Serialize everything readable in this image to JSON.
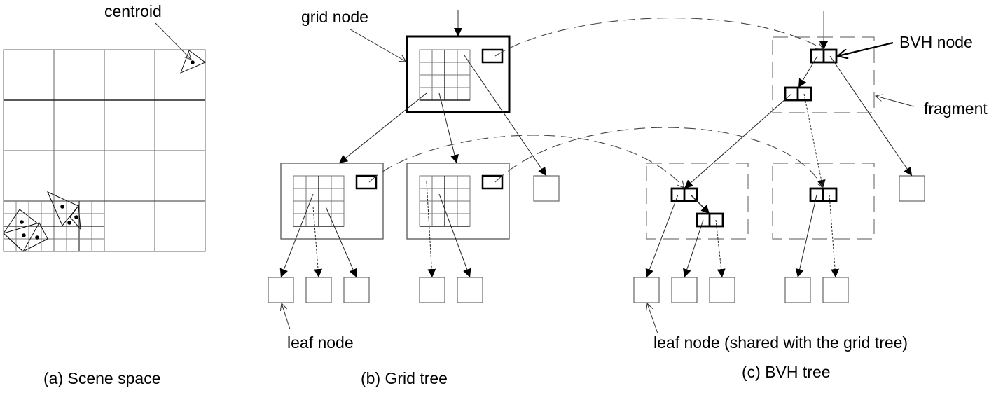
{
  "figure": {
    "panels": [
      {
        "id": "a",
        "caption": "(a) Scene space"
      },
      {
        "id": "b",
        "caption": "(b) Grid tree"
      },
      {
        "id": "c",
        "caption": "(c) BVH tree"
      }
    ],
    "annotations": {
      "centroid": "centroid",
      "grid_node": "grid node",
      "bvh_node": "BVH node",
      "fragment": "fragment",
      "leaf_node_grid": "leaf node",
      "leaf_node_bvh": "leaf node (shared with the grid tree)"
    },
    "colors": {
      "stroke": "#000000",
      "thin_stroke": "#555555",
      "dashed": "#666666",
      "background": "#ffffff"
    },
    "scene_space": {
      "coarse_grid": "4x4",
      "fine_grid": "8x4 (subdivided lower-left quadrant)",
      "triangles": 5
    },
    "grid_tree": {
      "root": "grid node (4x4 cells + pointer to BVH)",
      "children": [
        "grid node",
        "grid node",
        "leaf node"
      ],
      "leaves_per_child": [
        3,
        2
      ]
    },
    "bvh_tree": {
      "fragments": 3,
      "leaf_count": 6
    }
  }
}
